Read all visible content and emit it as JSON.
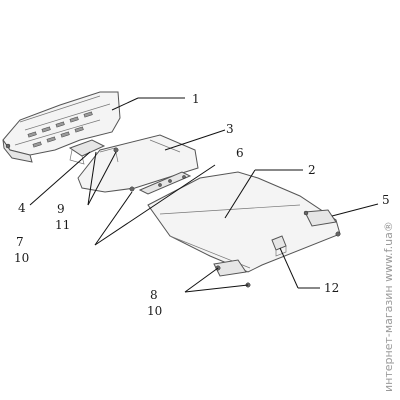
{
  "callouts": {
    "c1": "1",
    "c2": "2",
    "c3": "3",
    "c4": "4",
    "c5": "5",
    "c6": "6",
    "c7": "7",
    "c8": "8",
    "c9": "9",
    "c10a": "10",
    "c10b": "10",
    "c11": "11",
    "c12": "12"
  },
  "watermark": "интернет-магазин www.f.ua®"
}
